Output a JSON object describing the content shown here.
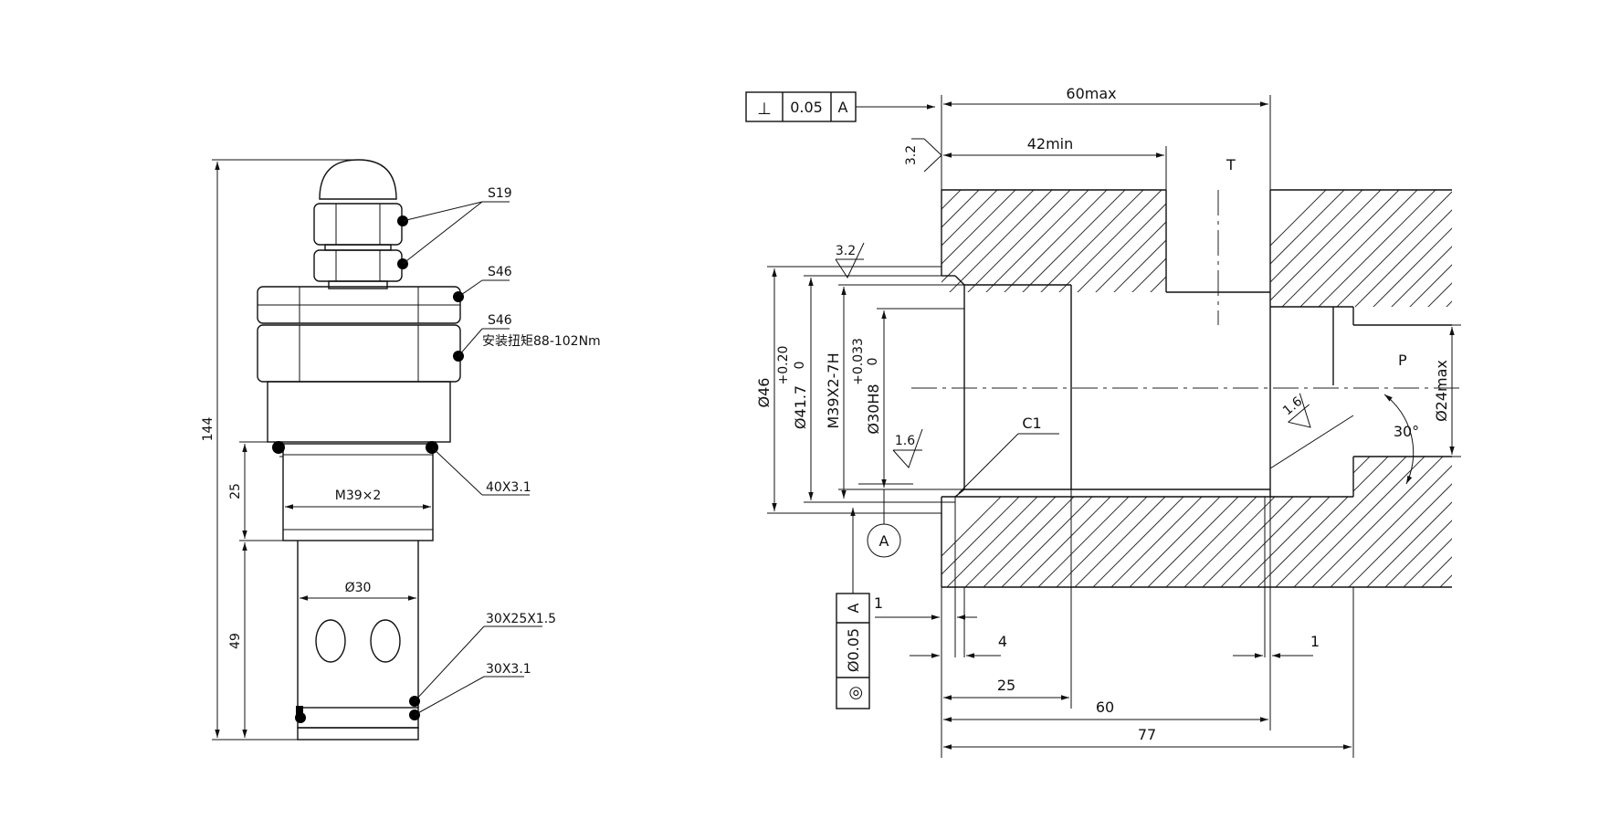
{
  "left_view": {
    "dim_overall": "144",
    "dim_thread_len": "25",
    "dim_body_len": "49",
    "hex_small": "S19",
    "hex_large_1": "S46",
    "hex_large_2": "S46",
    "torque_note": "安装扭矩88-102Nm",
    "thread_label": "M39×2",
    "diameter_label": "Ø30",
    "oring_top": "40X3.1",
    "backup_ring": "30X25X1.5",
    "oring_bottom": "30X3.1"
  },
  "right_view": {
    "perp_symbol": "⊥",
    "perp_tol": "0.05",
    "perp_datum": "A",
    "dim_60max": "60max",
    "dim_42min": "42min",
    "rough_top": "3.2",
    "rough_bore": "3.2",
    "rough_seat": "1.6",
    "rough_port": "1.6",
    "port_t": "T",
    "port_p": "P",
    "dia_46": "Ø46",
    "dia_41_7": "Ø41.7",
    "tol_41_7_upper": "+0.20",
    "tol_41_7_lower": "0",
    "thread_bore": "M39X2-7H",
    "dia_30": "Ø30H8",
    "tol_30_upper": "+0.033",
    "tol_30_lower": "0",
    "chamfer": "C1",
    "datum": "A",
    "conc_symbol": "◎",
    "conc_tol": "Ø0.05",
    "conc_datum": "A",
    "dim_24max": "Ø24max",
    "angle": "30°",
    "dim_1_left": "1",
    "dim_4": "4",
    "dim_1_right": "1",
    "dim_25": "25",
    "dim_60": "60",
    "dim_77": "77"
  }
}
